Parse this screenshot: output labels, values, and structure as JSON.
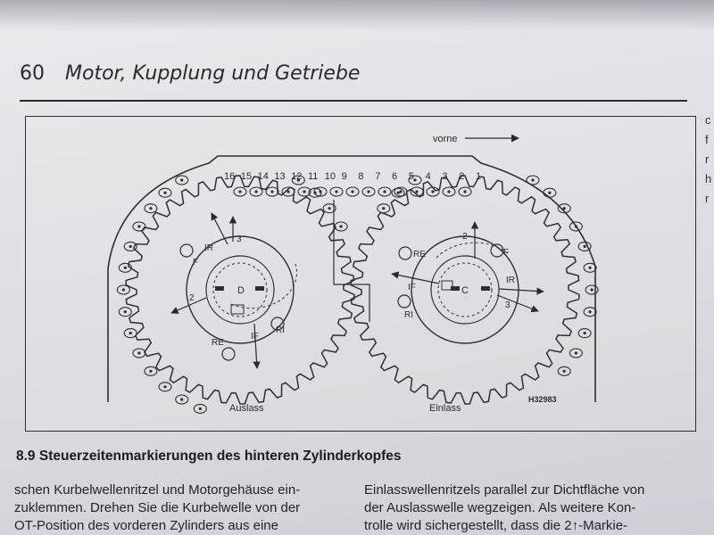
{
  "page": {
    "number": "60",
    "title": "Motor, Kupplung und Getriebe"
  },
  "figure": {
    "direction_label": "vorne",
    "link_numbers": [
      "16",
      "15",
      "14",
      "13",
      "12",
      "11",
      "10",
      "9",
      "8",
      "7",
      "6",
      "5",
      "4",
      "3",
      "2",
      "1"
    ],
    "left_sprocket": {
      "center_label": "D",
      "caption": "Auslass",
      "marks": [
        "IR",
        "3",
        "F",
        "2",
        "RE",
        "IF",
        "RI"
      ]
    },
    "right_sprocket": {
      "center_label": "C",
      "caption": "Einlass",
      "marks": [
        "RE",
        "2",
        "F",
        "IF",
        "IR",
        "3",
        "RI"
      ]
    },
    "figure_id": "H32983"
  },
  "next_column_fragments": [
    "c",
    "f",
    "r",
    "h",
    "r"
  ],
  "section": {
    "heading": "8.9 Steuerzeitenmarkierungen des hinteren Zylinderkopfes"
  },
  "body": {
    "left_lines": [
      "schen Kurbelwellenritzel und Motorgehäuse ein-",
      "zuklemmen. Drehen Sie die Kurbelwelle von der",
      "OT-Position des vorderen Zylinders aus eine"
    ],
    "right_lines": [
      "Einlasswellenritzels parallel zur Dichtfläche von",
      "der Auslasswelle wegzeigen. Als weitere Kon-",
      "trolle wird sichergestellt, dass die 2↑-Markie-"
    ]
  }
}
